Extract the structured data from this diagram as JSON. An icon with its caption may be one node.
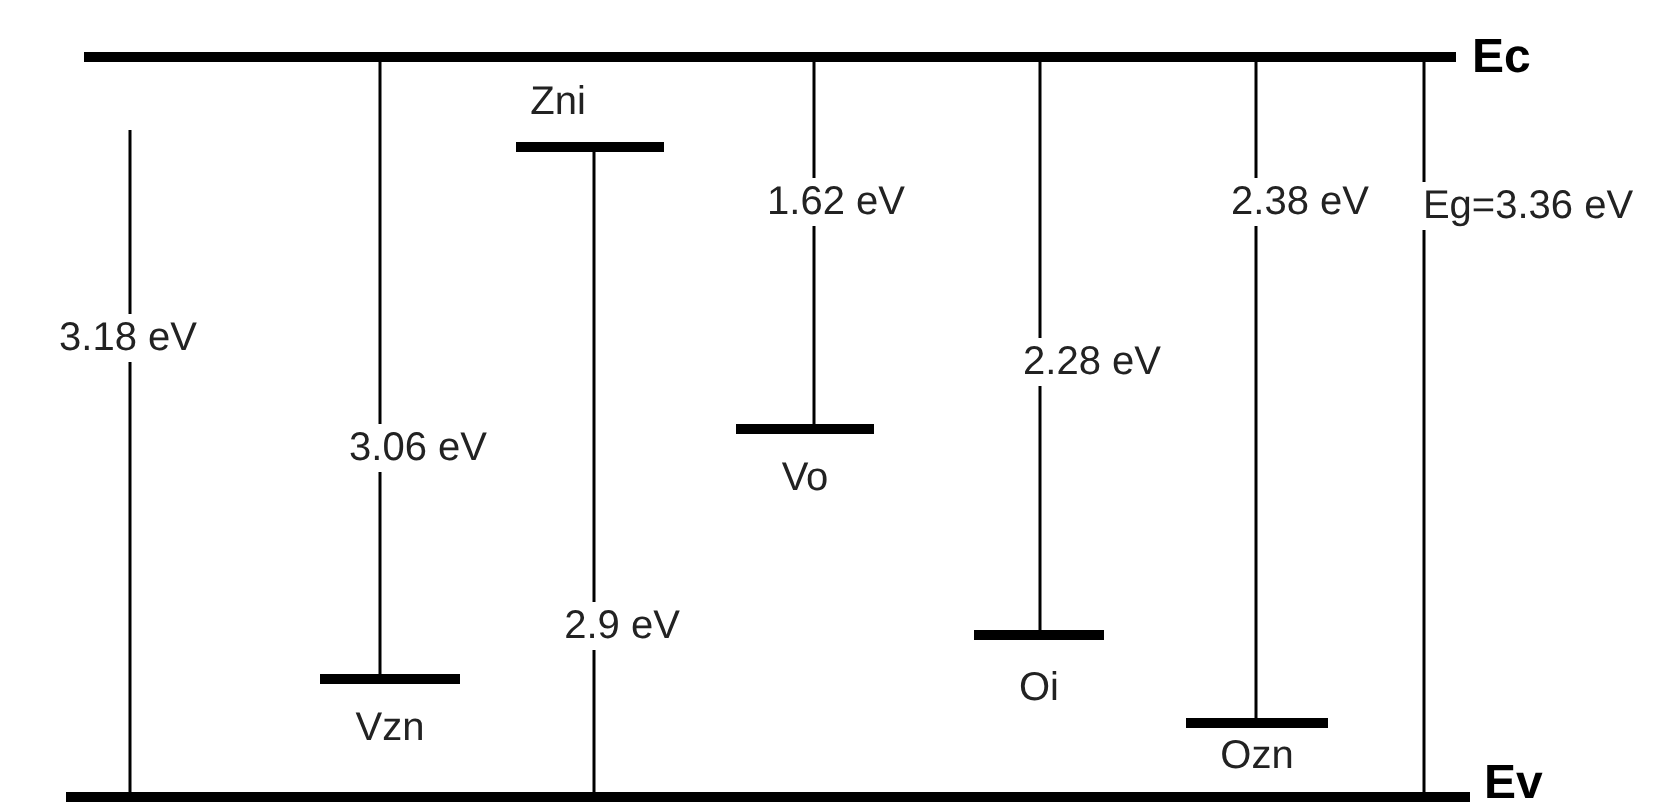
{
  "diagram": {
    "nodes": [
      {
        "text": [
          "Ec"
        ]
      },
      {
        "text": [
          "Vzn"
        ]
      },
      {
        "text": [
          "Zni"
        ]
      },
      {
        "text": [
          "Vo"
        ]
      },
      {
        "text": [
          "Oi"
        ]
      },
      {
        "text": [
          "Ozn"
        ]
      },
      {
        "text": [
          "Ev"
        ]
      }
    ],
    "edges": [
      {
        "from": 6,
        "to": null,
        "arrow": "none",
        "label": "3.18 eV"
      },
      {
        "from": 0,
        "to": 1,
        "arrow": "none",
        "label": "3.06 eV"
      },
      {
        "from": 2,
        "to": 6,
        "arrow": "none",
        "label": "2.9 eV"
      },
      {
        "from": 0,
        "to": 3,
        "arrow": "none",
        "label": "1.62 eV"
      },
      {
        "from": 0,
        "to": 4,
        "arrow": "none",
        "label": "2.28 eV"
      },
      {
        "from": 0,
        "to": 5,
        "arrow": "none",
        "label": "2.38 eV"
      },
      {
        "from": 0,
        "to": 6,
        "arrow": "none",
        "label": "Eg=3.36 eV"
      }
    ]
  }
}
